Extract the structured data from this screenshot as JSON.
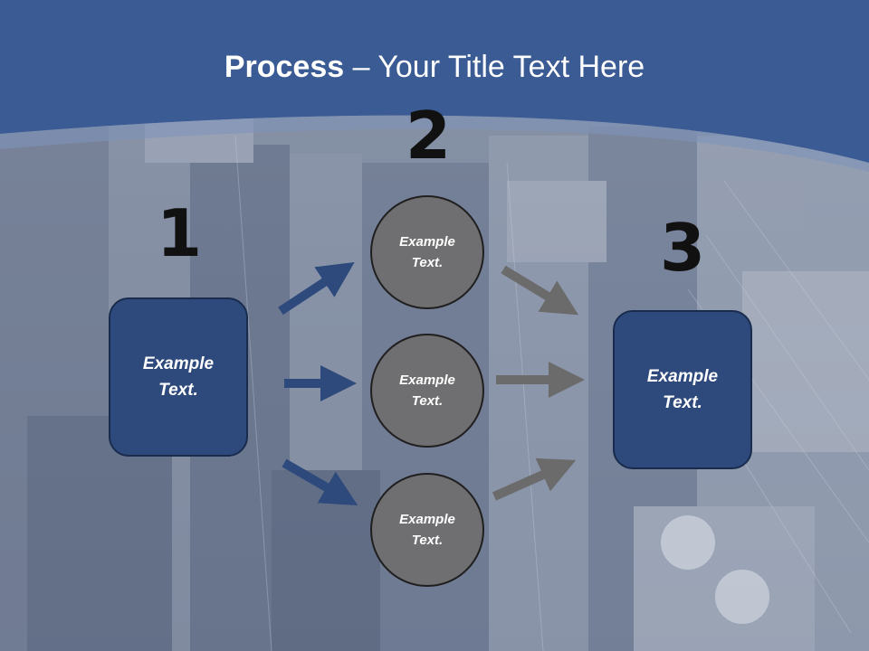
{
  "title": {
    "bold": "Process",
    "rest": " – Your Title Text Here"
  },
  "steps": [
    {
      "number": "1"
    },
    {
      "number": "2"
    },
    {
      "number": "3"
    }
  ],
  "nodes": {
    "start": "Example\nText.",
    "top": "Example\nText.",
    "middle": "Example\nText.",
    "bottom": "Example\nText.",
    "end": "Example\nText."
  },
  "colors": {
    "header_blue": "#3b5b94",
    "box_fill": "#2e4a7c",
    "circle_fill": "#6f6f71",
    "blue_arrow": "#2e4a7c",
    "gray_arrow": "#6b6b6b"
  }
}
